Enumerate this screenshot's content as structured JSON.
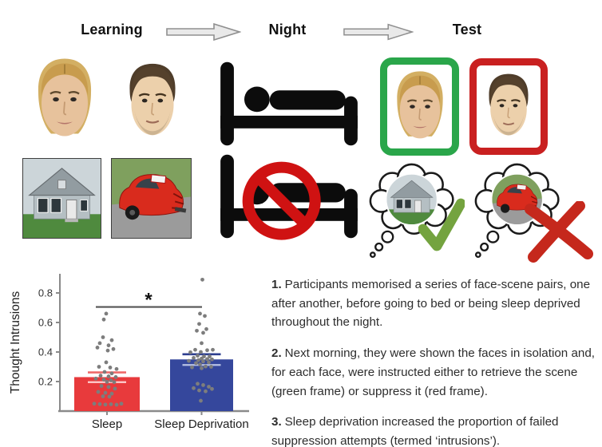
{
  "figure": {
    "phases": [
      "Learning",
      "Night",
      "Test"
    ]
  },
  "explainer": {
    "steps": [
      {
        "num": "1.",
        "text": "Participants memorised a series of face-scene pairs, one after another, before going to bed or being sleep deprived throughout the night."
      },
      {
        "num": "2.",
        "text": "Next morning, they were shown the faces in isolation and, for each face, were instructed either to retrieve the scene (green frame) or suppress it (red frame)."
      },
      {
        "num": "3.",
        "text": "Sleep deprivation increased the proportion of failed suppression attempts (termed ‘intrusions’)."
      }
    ]
  },
  "chart_data": {
    "type": "bar",
    "title": "",
    "xlabel": "",
    "ylabel": "Thought Intrusions",
    "categories": [
      "Sleep",
      "Sleep Deprivation"
    ],
    "values": [
      0.23,
      0.35
    ],
    "bar_colors": [
      "#e83a3c",
      "#35479c"
    ],
    "error_upper": [
      0.262,
      0.385
    ],
    "error_lower": [
      0.196,
      0.312
    ],
    "error_colors_upper": [
      "#ef6a6a",
      "#2e3f8f"
    ],
    "error_colors_lower": [
      "#ffd0d0",
      "#b8c2e4"
    ],
    "ylim": [
      0,
      0.93
    ],
    "yticks": [
      0.2,
      0.4,
      0.6,
      0.8
    ],
    "grid": false,
    "legend": false,
    "significance": {
      "label": "*",
      "line_y": 0.705,
      "label_y": 0.755
    },
    "point_color": "#7d7d7d",
    "points": [
      [
        [
          -1,
          0.66
        ],
        [
          -4,
          0.62
        ],
        [
          -5,
          0.5
        ],
        [
          6,
          0.48
        ],
        [
          -9,
          0.46
        ],
        [
          2,
          0.445
        ],
        [
          -12,
          0.43
        ],
        [
          8,
          0.42
        ],
        [
          1,
          0.41
        ],
        [
          -1,
          0.33
        ],
        [
          -10,
          0.3
        ],
        [
          4,
          0.295
        ],
        [
          12,
          0.285
        ],
        [
          -3,
          0.265
        ],
        [
          6,
          0.255
        ],
        [
          -8,
          0.24
        ],
        [
          2,
          0.235
        ],
        [
          11,
          0.23
        ],
        [
          -14,
          0.22
        ],
        [
          -4,
          0.213
        ],
        [
          5,
          0.208
        ],
        [
          0,
          0.198
        ],
        [
          9,
          0.196
        ],
        [
          -7,
          0.17
        ],
        [
          2,
          0.163
        ],
        [
          10,
          0.152
        ],
        [
          -11,
          0.13
        ],
        [
          -2,
          0.124
        ],
        [
          6,
          0.118
        ],
        [
          -5,
          0.1
        ],
        [
          3,
          0.098
        ],
        [
          -16,
          0.05
        ],
        [
          -9,
          0.047
        ],
        [
          -2,
          0.044
        ],
        [
          5,
          0.046
        ],
        [
          12,
          0.043
        ],
        [
          18,
          0.05
        ]
      ],
      [
        [
          1,
          0.89
        ],
        [
          -2,
          0.66
        ],
        [
          4,
          0.644
        ],
        [
          -3,
          0.59
        ],
        [
          6,
          0.555
        ],
        [
          -6,
          0.544
        ],
        [
          2,
          0.53
        ],
        [
          0,
          0.46
        ],
        [
          -8,
          0.415
        ],
        [
          7,
          0.412
        ],
        [
          14,
          0.415
        ],
        [
          -1,
          0.4
        ],
        [
          -14,
          0.398
        ],
        [
          -5,
          0.375
        ],
        [
          3,
          0.37
        ],
        [
          10,
          0.37
        ],
        [
          -10,
          0.36
        ],
        [
          0,
          0.356
        ],
        [
          7,
          0.352
        ],
        [
          13,
          0.35
        ],
        [
          -4,
          0.345
        ],
        [
          -16,
          0.34
        ],
        [
          2,
          0.336
        ],
        [
          9,
          0.33
        ],
        [
          -7,
          0.325
        ],
        [
          -2,
          0.316
        ],
        [
          5,
          0.302
        ],
        [
          -12,
          0.296
        ],
        [
          12,
          0.3
        ],
        [
          0,
          0.29
        ],
        [
          -5,
          0.185
        ],
        [
          2,
          0.176
        ],
        [
          9,
          0.165
        ],
        [
          -10,
          0.155
        ],
        [
          13,
          0.15
        ],
        [
          -3,
          0.14
        ],
        [
          5,
          0.134
        ],
        [
          -1,
          0.07
        ]
      ]
    ]
  }
}
